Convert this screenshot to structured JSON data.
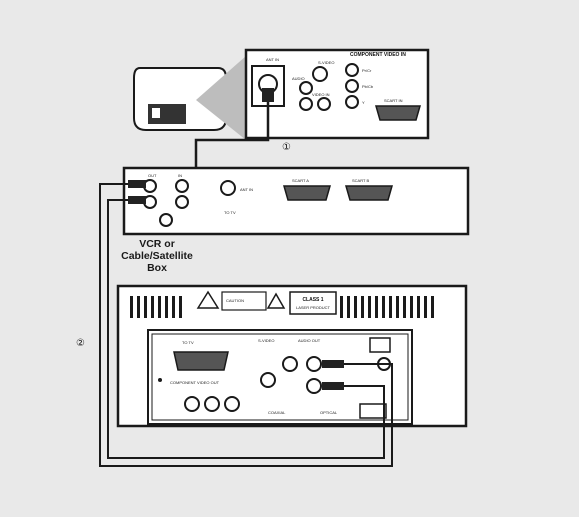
{
  "colors": {
    "background": "#e9e9e9",
    "panel_fill": "#ffffff",
    "line": "#1a1a1a",
    "beam": "#bdbdbd"
  },
  "tv": {
    "antenna_label": "ANT IN",
    "scart_label": "SCART IN",
    "component_title": "COMPONENT VIDEO IN",
    "s_video_label": "S-VIDEO",
    "audio_label": "AUDIO",
    "video_in_label": "VIDEO IN",
    "jack_labels": [
      "Pr/Cr",
      "Pb/Cb",
      "Y"
    ],
    "step_marker": "①"
  },
  "vcr": {
    "label_line1": "VCR or",
    "label_line2": "Cable/Satellite",
    "label_line3": "Box",
    "out_label": "OUT",
    "in_label": "IN",
    "ant_in_label": "ANT IN",
    "to_tv_label": "TO TV",
    "scart_a_label": "SCART A",
    "scart_b_label": "SCART B"
  },
  "player": {
    "laser_line1": "CLASS 1",
    "laser_line2": "LASER PRODUCT",
    "warning_label": "CAUTION",
    "scart_label": "TO TV",
    "component_label": "COMPONENT VIDEO OUT",
    "svideo_label": "S-VIDEO",
    "audio_out_label": "AUDIO OUT",
    "coax_label": "COAXIAL",
    "optical_label": "OPTICAL",
    "step_marker": "②"
  }
}
